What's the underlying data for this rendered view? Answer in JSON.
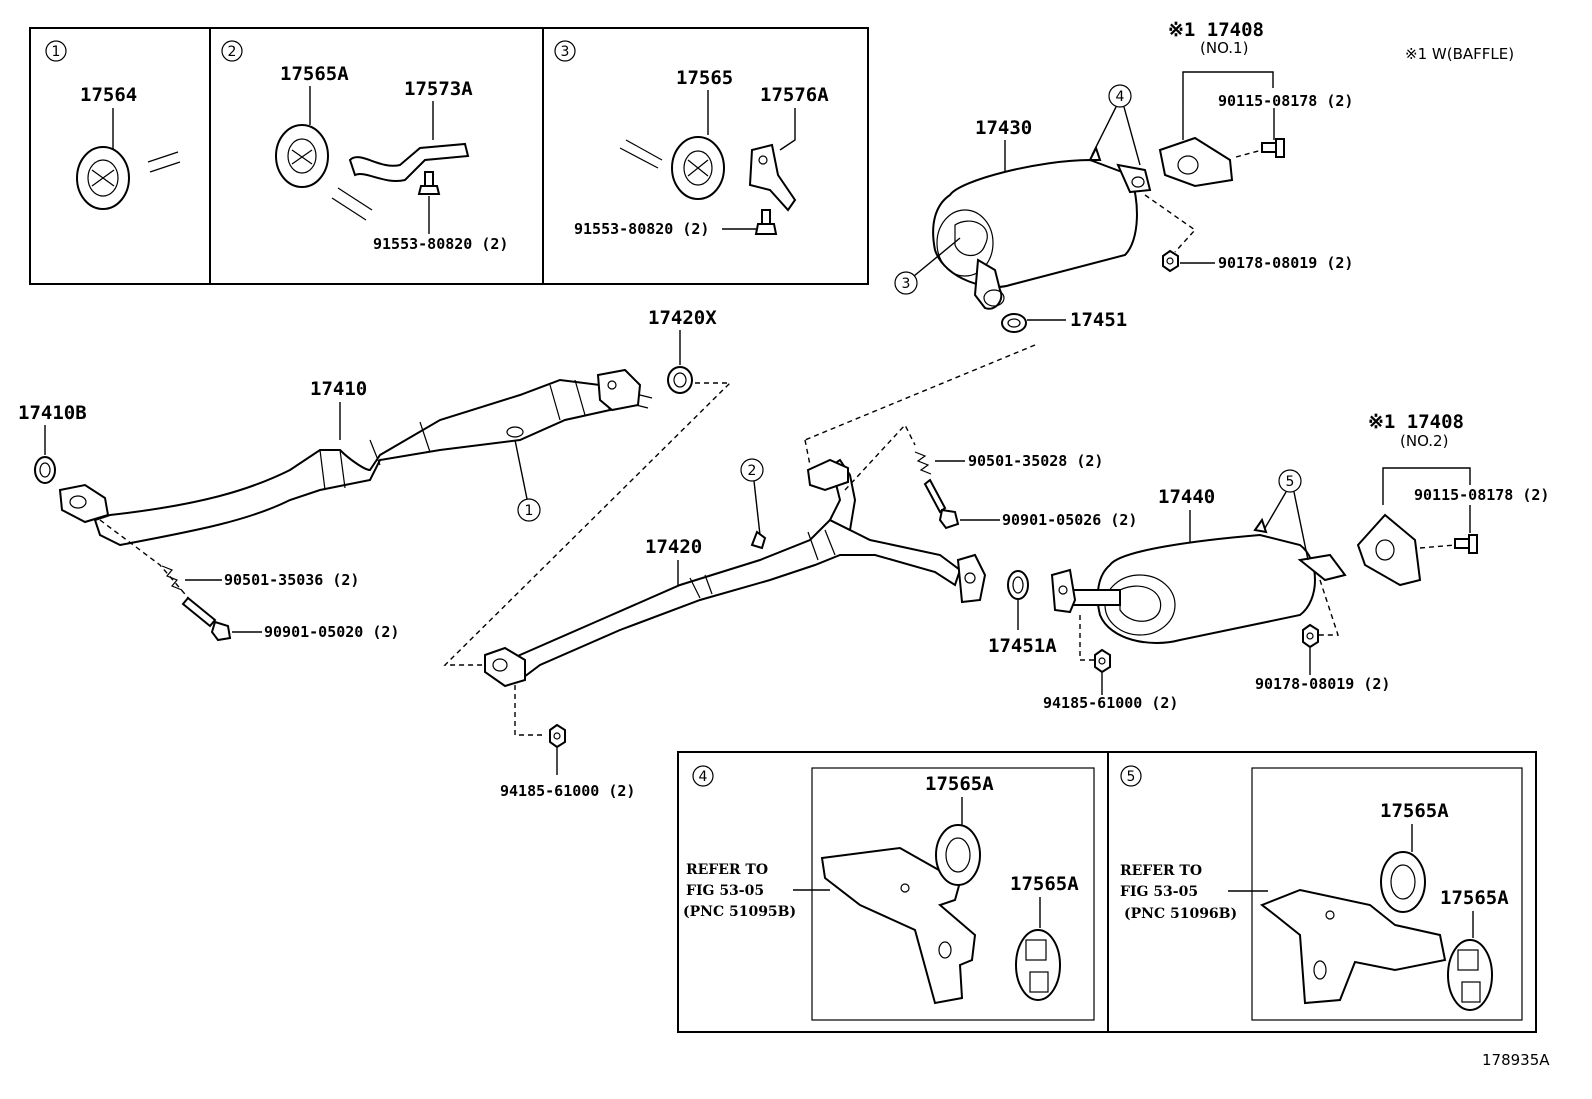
{
  "panel1": {
    "callout": "1",
    "part": "17564"
  },
  "panel2": {
    "callout": "2",
    "part_a": "17565A",
    "part_b": "17573A",
    "bolt": "91553-80820 (2)"
  },
  "panel3": {
    "callout": "3",
    "part_a": "17565",
    "part_b": "17576A",
    "bolt": "91553-80820 (2)"
  },
  "note": "※1 W(BAFFLE)",
  "baffle_no1": {
    "part": "※1 17408",
    "sub": "(NO.1)",
    "bolt": "90115-08178 (2)"
  },
  "baffle_no2": {
    "part": "※1 17408",
    "sub": "(NO.2)",
    "bolt": "90115-08178 (2)"
  },
  "parts": {
    "p17430": "17430",
    "p17451": "17451",
    "nut_upper": "90178-08019 (2)",
    "p17420X": "17420X",
    "p17410": "17410",
    "p17410B": "17410B",
    "spring_front": "90501-35036 (2)",
    "bolt_front": "90901-05020 (2)",
    "spring_mid": "90501-35028 (2)",
    "bolt_mid": "90901-05026 (2)",
    "p17420": "17420",
    "p17440": "17440",
    "p17451A": "17451A",
    "nut_lower": "90178-08019 (2)",
    "nut_flange_mid": "94185-61000 (2)",
    "nut_flange_front": "94185-61000 (2)"
  },
  "callouts": {
    "c1": "1",
    "c2": "2",
    "c3": "3",
    "c4": "4",
    "c5": "5"
  },
  "panel4": {
    "callout": "4",
    "part_top": "17565A",
    "part_bottom": "17565A",
    "refer": [
      "REFER TO",
      "FIG 53-05",
      "(PNC 51095B)"
    ]
  },
  "panel5": {
    "callout": "5",
    "part_top": "17565A",
    "part_bottom": "17565A",
    "refer": [
      "REFER TO",
      "FIG 53-05",
      "(PNC 51096B)"
    ]
  },
  "figure_id": "178935A"
}
